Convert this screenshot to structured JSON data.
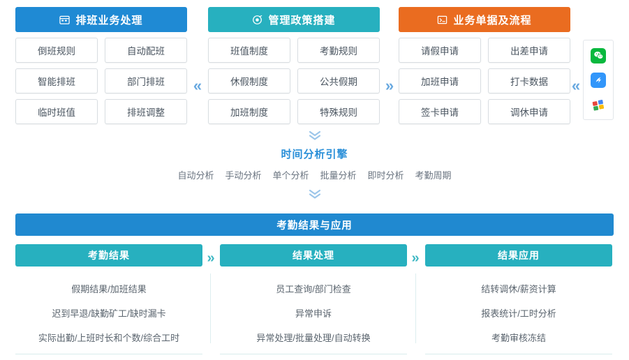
{
  "top_columns": [
    {
      "id": "scheduling",
      "title": "排班业务处理",
      "icon": "calendar-icon",
      "color": "#1f8ad4",
      "cells": [
        [
          "倒班规则",
          "自动配班"
        ],
        [
          "智能排班",
          "部门排班"
        ],
        [
          "临时班值",
          "排班调整"
        ]
      ]
    },
    {
      "id": "policy",
      "title": "管理政策搭建",
      "icon": "target-icon",
      "color": "#27b0bf",
      "cells": [
        [
          "班值制度",
          "考勤规则"
        ],
        [
          "休假制度",
          "公共假期"
        ],
        [
          "加班制度",
          "特殊规则"
        ]
      ]
    },
    {
      "id": "documents",
      "title": "业务单据及流程",
      "icon": "form-icon",
      "color": "#ea6c20",
      "cells": [
        [
          "请假申请",
          "出差申请"
        ],
        [
          "加班申请",
          "打卡数据"
        ],
        [
          "签卡申请",
          "调休申请"
        ]
      ]
    }
  ],
  "separators": {
    "top_1": "«",
    "top_2": "»",
    "top_3": "«",
    "bottom_1": "»",
    "bottom_2": "»"
  },
  "app_rail": [
    {
      "name": "wechat-icon",
      "color": "#09b83e"
    },
    {
      "name": "dingtalk-icon",
      "color": "#3296fa"
    },
    {
      "name": "windows-icon",
      "color": "#f9a825"
    }
  ],
  "engine": {
    "chevron": "❯",
    "title": "时间分析引擎",
    "items": [
      "自动分析",
      "手动分析",
      "单个分析",
      "批量分析",
      "即时分析",
      "考勤周期"
    ]
  },
  "banner": {
    "title": "考勤结果与应用",
    "color": "#2089d0"
  },
  "bottom_columns": [
    {
      "id": "result",
      "title": "考勤结果",
      "items": [
        "假期结果/加班结果",
        "迟到早退/缺勤矿工/缺时漏卡",
        "实际出勤/上班时长和个数/综合工时"
      ]
    },
    {
      "id": "processing",
      "title": "结果处理",
      "items": [
        "员工查询/部门检查",
        "异常申诉",
        "异常处理/批量处理/自动转换"
      ]
    },
    {
      "id": "application",
      "title": "结果应用",
      "items": [
        "结转调休/薪资计算",
        "报表统计/工时分析",
        "考勤审核冻结"
      ]
    }
  ]
}
